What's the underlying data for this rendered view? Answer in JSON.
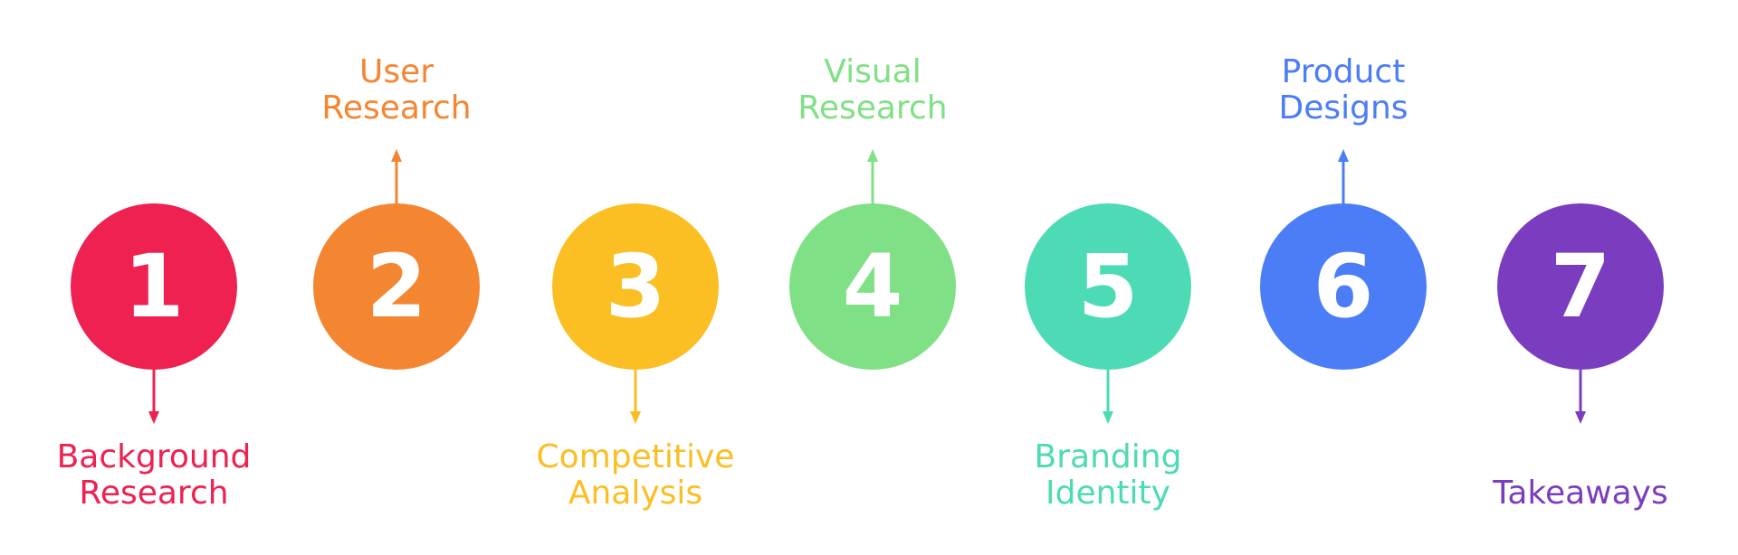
{
  "steps": [
    {
      "number": "1",
      "lines": [
        "Background",
        "Research"
      ],
      "color": "#EE2150",
      "direction": "down"
    },
    {
      "number": "2",
      "lines": [
        "User",
        "Research"
      ],
      "color": "#F48632",
      "direction": "up"
    },
    {
      "number": "3",
      "lines": [
        "Competitive",
        "Analysis"
      ],
      "color": "#FBBE23",
      "direction": "down"
    },
    {
      "number": "4",
      "lines": [
        "Visual",
        "Research"
      ],
      "color": "#80E085",
      "direction": "up"
    },
    {
      "number": "5",
      "lines": [
        "Branding",
        "Identity"
      ],
      "color": "#4CDBB4",
      "direction": "down"
    },
    {
      "number": "6",
      "lines": [
        "Product",
        "Designs"
      ],
      "color": "#4B7DF7",
      "direction": "up"
    },
    {
      "number": "7",
      "lines": [
        "Takeaways"
      ],
      "color": "#7A3DBF",
      "direction": "down"
    }
  ]
}
